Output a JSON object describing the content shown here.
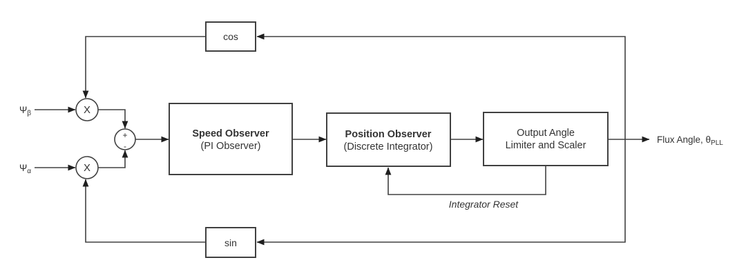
{
  "diagram": {
    "inputs": {
      "psi_beta": {
        "base": "Ψ",
        "sub": "β"
      },
      "psi_alpha": {
        "base": "Ψ",
        "sub": "α"
      }
    },
    "feedback_blocks": {
      "cos_label": "cos",
      "sin_label": "sin"
    },
    "blocks": {
      "speed_observer": {
        "title": "Speed Observer",
        "subtitle": "(PI Observer)"
      },
      "position_observer": {
        "title": "Position Observer",
        "subtitle": "(Discrete Integrator)"
      },
      "output_angle_limiter": {
        "line1": "Output Angle",
        "line2": "Limiter and Scaler"
      }
    },
    "junctions": {
      "multiplier_top": "X",
      "multiplier_bottom": "X",
      "sum_plus": "+",
      "sum_minus": "-"
    },
    "annotations": {
      "integrator_reset": "Integrator Reset",
      "output": {
        "base": "Flux Angle, θ",
        "sub": "PLL"
      }
    },
    "colors": {
      "line": "#404040",
      "text": "#333333",
      "background": "#ffffff"
    }
  }
}
